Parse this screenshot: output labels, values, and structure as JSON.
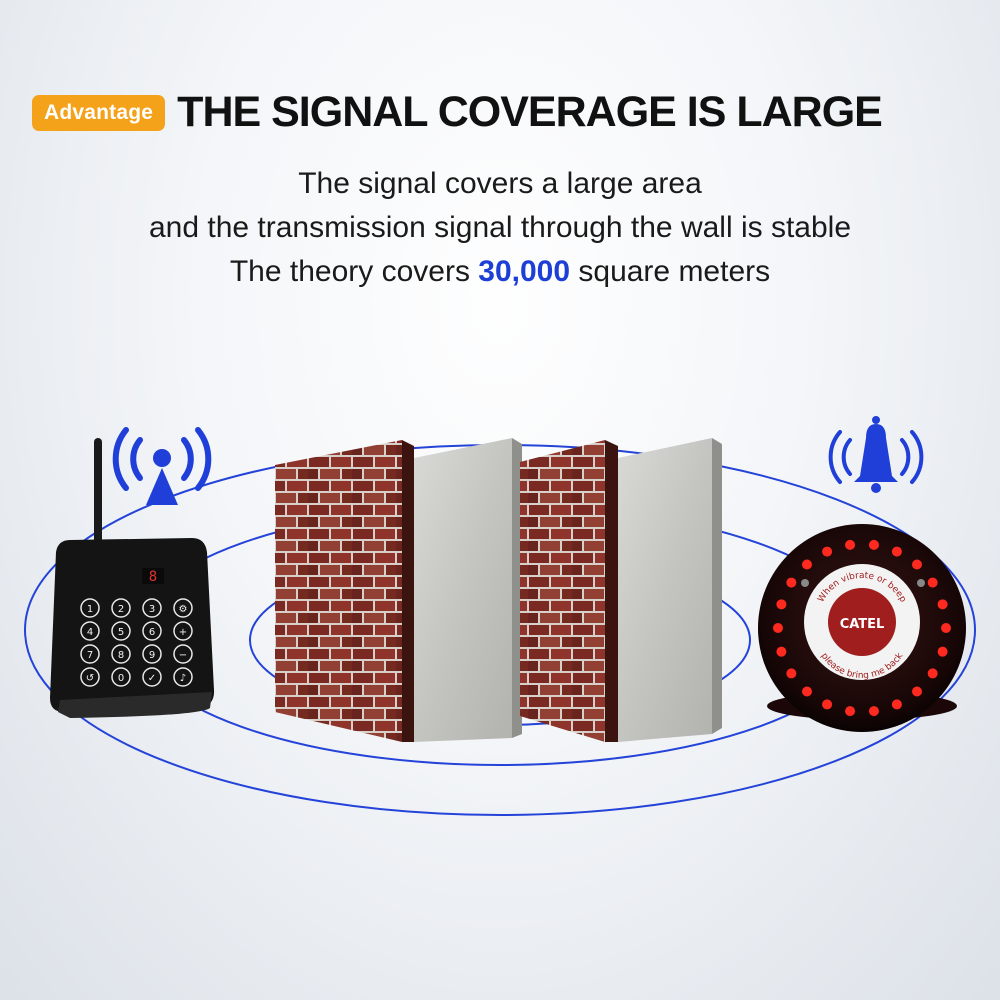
{
  "headline": {
    "badge": "Advantage",
    "title": "THE SIGNAL COVERAGE IS LARGE"
  },
  "description": {
    "line1": "The signal covers a large area",
    "line2": "and the transmission signal through the wall is stable",
    "line3_prefix": "The theory covers ",
    "line3_highlight": "30,000",
    "line3_suffix": " square meters"
  },
  "transmitter": {
    "display": "8",
    "keys": [
      "1",
      "2",
      "3",
      "⚙",
      "4",
      "5",
      "6",
      "+",
      "7",
      "8",
      "9",
      "−",
      "↺",
      "0",
      "✓",
      "♪"
    ]
  },
  "pager": {
    "brand": "CATEL",
    "ring_text_top": "When vibrate or beep",
    "ring_text_bottom": "please bring me back"
  },
  "colors": {
    "accent": "#f4a21a",
    "highlight": "#1d3fd6",
    "signal_lines": "#2443d8"
  },
  "icons": [
    "signal-tower-icon",
    "bell-icon"
  ]
}
